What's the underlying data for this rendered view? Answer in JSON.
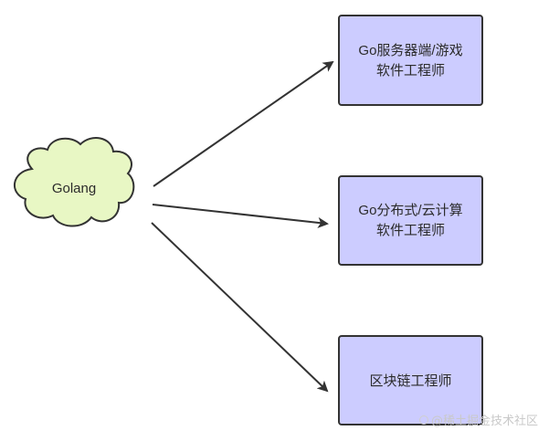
{
  "source": {
    "label": "Golang"
  },
  "targets": [
    {
      "line1": "Go服务器端/游戏",
      "line2": "软件工程师"
    },
    {
      "line1": "Go分布式/云计算",
      "line2": "软件工程师"
    },
    {
      "line1": "区块链工程师",
      "line2": ""
    }
  ],
  "watermark": "@稀土掘金技术社区",
  "colors": {
    "cloud_fill": "#e8f7c4",
    "box_fill": "#ccccff",
    "stroke": "#333333"
  }
}
